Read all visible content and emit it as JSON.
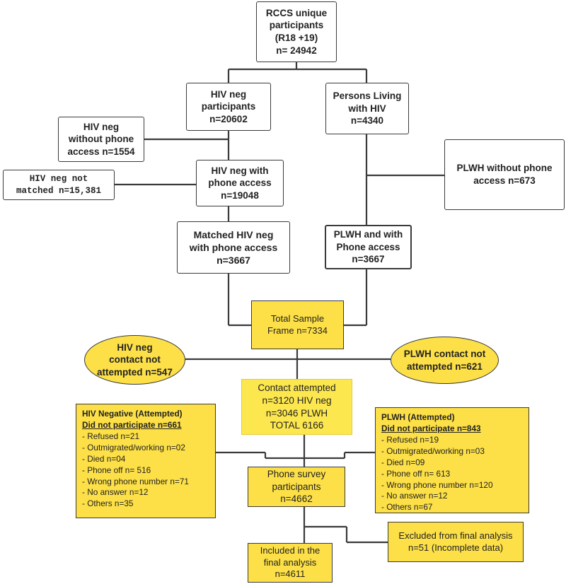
{
  "nodes": {
    "rccs": [
      "RCCS unique",
      "participants",
      "(R18 +19)",
      "n= 24942"
    ],
    "hiv_neg": [
      "HIV neg",
      "participants",
      "n=20602"
    ],
    "plwh": [
      "Persons Living",
      "with HIV",
      "n=4340"
    ],
    "hiv_neg_no_phone": [
      "HIV neg",
      "without phone",
      "access n=1554"
    ],
    "hiv_neg_phone": [
      "HIV neg with",
      "phone access",
      "n=19048"
    ],
    "hiv_neg_not_matched": [
      "HIV neg not",
      "matched n=15,381"
    ],
    "plwh_no_phone": [
      "PLWH without phone",
      "access n=673"
    ],
    "matched_hiv_neg": [
      "Matched HIV neg",
      "with phone access",
      "n=3667"
    ],
    "plwh_phone": [
      "PLWH and with",
      "Phone access",
      "n=3667"
    ],
    "total_sample": [
      "Total Sample",
      "Frame n=7334"
    ],
    "hiv_neg_not_attempted": [
      "HIV neg",
      "contact not",
      "attempted n=547"
    ],
    "plwh_not_attempted": [
      "PLWH contact not",
      "attempted n=621"
    ],
    "contact_attempted": [
      "Contact attempted",
      "n=3120 HIV neg",
      "n=3046 PLWH",
      "TOTAL 6166"
    ],
    "phone_survey": [
      "Phone survey",
      "participants",
      "n=4662"
    ],
    "excluded": [
      "Excluded from final analysis",
      "n=51 (Incomplete data)"
    ],
    "included": [
      "Included in the",
      "final analysis",
      "n=4611"
    ]
  },
  "hiv_neg_attempted": {
    "title": "HIV Negative (Attempted)",
    "subtitle": "Did not participate n=661",
    "items": [
      "Refused n=21",
      "Outmigrated/working n=02",
      "Died n=04",
      "Phone off n= 516",
      "Wrong phone number n=71",
      "No answer n=12",
      "Others n=35"
    ]
  },
  "plwh_attempted": {
    "title": "PLWH (Attempted)",
    "subtitle": "Did not participate n=843",
    "items": [
      "Refused n=19",
      "Outmigrated/working n=03",
      "Died n=09",
      "Phone off n= 613",
      "Wrong phone number n=120",
      "No answer n=12",
      "Others n=67"
    ]
  },
  "colors": {
    "box_yellow": "#fde047",
    "light_yellow": "#fde74f",
    "line": "#3a3a3a"
  }
}
